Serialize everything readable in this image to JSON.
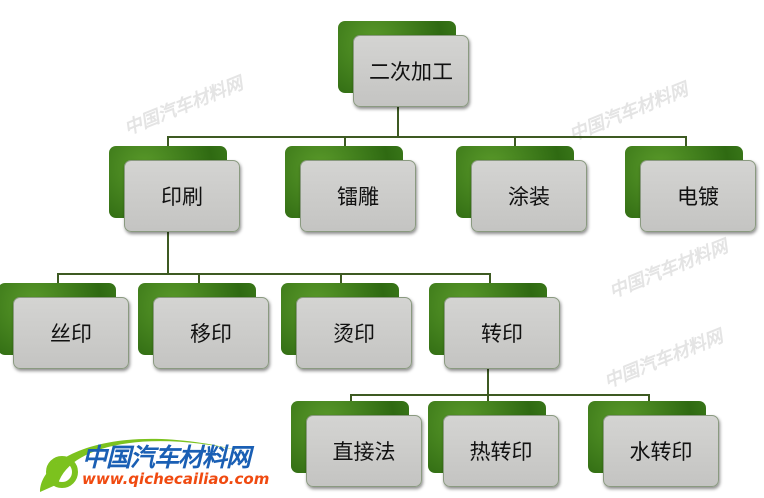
{
  "root": "二次加工",
  "level2": [
    "印刷",
    "镭雕",
    "涂装",
    "电镀"
  ],
  "level3": [
    "丝印",
    "移印",
    "烫印",
    "转印"
  ],
  "level4": [
    "直接法",
    "热转印",
    "水转印"
  ],
  "watermark": {
    "name": "中国汽车材料网",
    "url": "www.qichecailiao.com"
  },
  "colors": {
    "node_fill": "#cbcbc9",
    "shadow_green": "#3e7d1c",
    "connector": "#3d5a22",
    "logo_blue": "#1a5fb4",
    "logo_orange": "#f04a10",
    "logo_green": "#7cc21e"
  }
}
